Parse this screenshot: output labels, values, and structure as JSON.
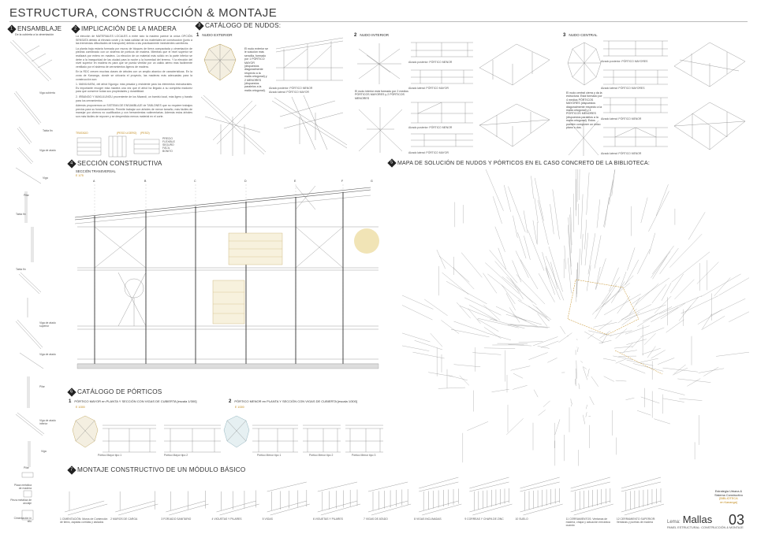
{
  "title": "ESTRUCTURA, CONSTRUCCIÓN & MONTAJE",
  "sections": {
    "s1": {
      "num": "1",
      "title": "ENSAMBLAJE",
      "subtitle": "De la cubierta a la cimentación"
    },
    "s2": {
      "num": "2",
      "title": "IMPLICACIÓN DE LA MADERA"
    },
    "s3": {
      "num": "3",
      "title": "CATÁLOGO DE NUDOS:"
    },
    "s4": {
      "num": "4",
      "title": "SECCIÓN CONSTRUCTIVA",
      "subtitle": "SECCIÓN TRANSVERSAL",
      "scale": "E 1/75"
    },
    "s5": {
      "num": "5",
      "title": "MAPA DE SOLUCIÓN DE NUDOS Y PÓRTICOS EN EL CASO CONCRETO DE LA BIBLIOTECA:"
    },
    "s6": {
      "num": "6",
      "title": "CATÁLOGO DE PÓRTICOS"
    },
    "s7": {
      "num": "7",
      "title": "MONTAJE CONSTRUCTIVO DE UN MÓDULO BÁSICO"
    }
  },
  "ensamblaje_labels": [
    "Viga cubierta",
    "Tabla fin",
    "Viga de atado",
    "Viga",
    "Pilar",
    "Tabla fin",
    "Tabla fin",
    "Viga de atado superior",
    "Viga de atado",
    "Pilar",
    "Viga de atado inferior",
    "Viga",
    "Pilar",
    "Placa metálica de madera",
    "Pieza metálica de anclaje",
    "Cimentación in situ"
  ],
  "madera": {
    "p1": "La elección de MATERIALES LOCALES a entre sido la madera parece la única OPCIÓN SENSATA debido al elevado coste y la mala calidad de los materiales de construcción (junto a las tremendas dificultades de transporte) debido a las prácticamente inexistentes carreteras.",
    "p2": "La planta baja estaría formada por muros de bloques de tierra compactada y cimentación de piedras combinado con un sistema de pórticos de madera. Mientras que el nivel superior se realizará por entero en madera. La elección de un material más sólido en la parte inferior se debe a la inseguridad de las ciudad para la noche y la humedad del terreno. Y la elección del nivel superior en madera es para que se pueda ventilar por un cálido aéreo más fácilmente ventilado por el sistema de cerramientos ligeros de madera.",
    "p3": "En la RDC crecen muchas clases de árboles con un amplio abanico de características. En la zona de Kananga, donde se ubicaría el proyecto, las maderas más adecuadas para la construcción son:",
    "p4": "1. MANILKARA, del árbol Ngungu: más pesada y resistente para los elementos estructurales. Es importante recoger esta madera una vez que el árbol ha llegado a su completa madurez para que conserve todas sus propiedades y durabilidad.",
    "p5": "2. IRBANGO Y MAKULUNGU proveniente de los Mwandi, un bambú local, más ligero y barato para los cerramientos.",
    "p6": "Además proponemos un SISTEMA DE ENSAMBLAJE de TABLONES que no requiere trabajos previos para su funcionamiento. Permite trabajar con árboles de menor tamaño, más fáciles de manejar por obreros no cualificados y con herramientas rudimentarias. Además estos árboles son más fáciles de reponer y se desperdicia menos material en el corte.",
    "tags": [
      "TRATADO",
      "(PESO LIGERO)",
      "(PESO)"
    ],
    "legend": [
      "PRECIO",
      "FLEXIBLE",
      "SEGURO",
      "FÁCIL",
      "BONITO"
    ]
  },
  "nudos": [
    {
      "num": "1",
      "name": "NUDO EXTERIOR",
      "desc": "El nudo exterior se le solución más sencilla, formado por 1 PÓRTICO MAYOR (dispuestos diagonalmente respecto a la malla ortogonal) y 2 MENORES (dispuestos paralelos a la malla ortogonal).",
      "captions": [
        "Alzado posterior: PÓRTICO MENOR",
        "Alzado lateral: PÓRTICO MAYOR"
      ]
    },
    {
      "num": "2",
      "name": "NUDO INTERIOR",
      "desc": "El nudo interior está formado por 2 medios PÓRTICOS MAYORES y 2 PÓRTICOS MENORES",
      "captions": [
        "Alzado posterior: PÓRTICO MENOR",
        "Alzado lateral: PÓRTICO MAYOR",
        "Alzado posterior: PÓRTICO MENOR",
        "Alzado lateral: PÓRTICO MAYOR"
      ]
    },
    {
      "num": "3",
      "name": "NUDO CENTRAL",
      "desc": "El nudo central cierra y da la estructura. Está formado por 4 medios PÓRTICOS MAYORES (dispuestos diagonalmente respecto a la malla ortogonal) y 4 PÓRTICOS MENORES (dispuestos paralelos a la malla ortogonal). Estos pueden componer un único plano o dos.",
      "captions": [
        "Alzado posterior: PÓRTICO MAYORES",
        "Alzado lateral: PÓRTICO MAYORES",
        "Alzado lateral: PÓRTICO MENOR",
        "Alzado lateral: PÓRTICO MENOR"
      ]
    }
  ],
  "seccion": {
    "axes": [
      "A",
      "B",
      "C",
      "D",
      "E",
      "F",
      "G"
    ]
  },
  "porticos": [
    {
      "num": "1",
      "title": "PÓRTICO MAYOR en PLANTA Y SECCIÓN CON VIGAS DE CUBIERTA [escala 1/300]",
      "scale": "E 1/300",
      "captions": [
        "Pórtico Mayor tipo 1",
        "Pórtico Mayor tipo 2"
      ]
    },
    {
      "num": "2",
      "title": "PÓRTICO MENOR en PLANTA Y SECCIÓN CON VIGAS DE CUBIERTA [escala 1/300]",
      "scale": "E 1/300",
      "captions": [
        "Pórtico Menor tipo 1",
        "Pórtico Menor tipo 2",
        "Pórtico Menor tipo 3"
      ]
    }
  ],
  "montaje_steps": [
    "CIMENTACIÓN: Muros de Contención de tierra, zapatas corridas y aislados",
    "MUROS DE CARGA",
    "FORJADO SANITARIO",
    "VIGUETAS Y PILARES",
    "VIGAS",
    "VIGUETAS Y PILARES",
    "VIGAS DE ATADO",
    "VIGAS INCLINADAS",
    "CORREAS Y CHAPA DE ZINC",
    "SUELO",
    "CERRAMIENTOS: Ventanas de madera, chapa y actuación mecánica cuando",
    "CERRAMIENTO SUPERIOR: Ventanas y puertas de madera"
  ],
  "footer": {
    "badge": [
      "Estrategia Urbana &",
      "Sistema Constructivo",
      "[BIBLIOTECA",
      "en Kananga]"
    ],
    "lema_label": "Lema:",
    "lema_value": "Mallas",
    "subtitle": "PANEL ESTRUCTURAL: CONSTRUCCIÓN & MONTAJE",
    "page": "03"
  }
}
